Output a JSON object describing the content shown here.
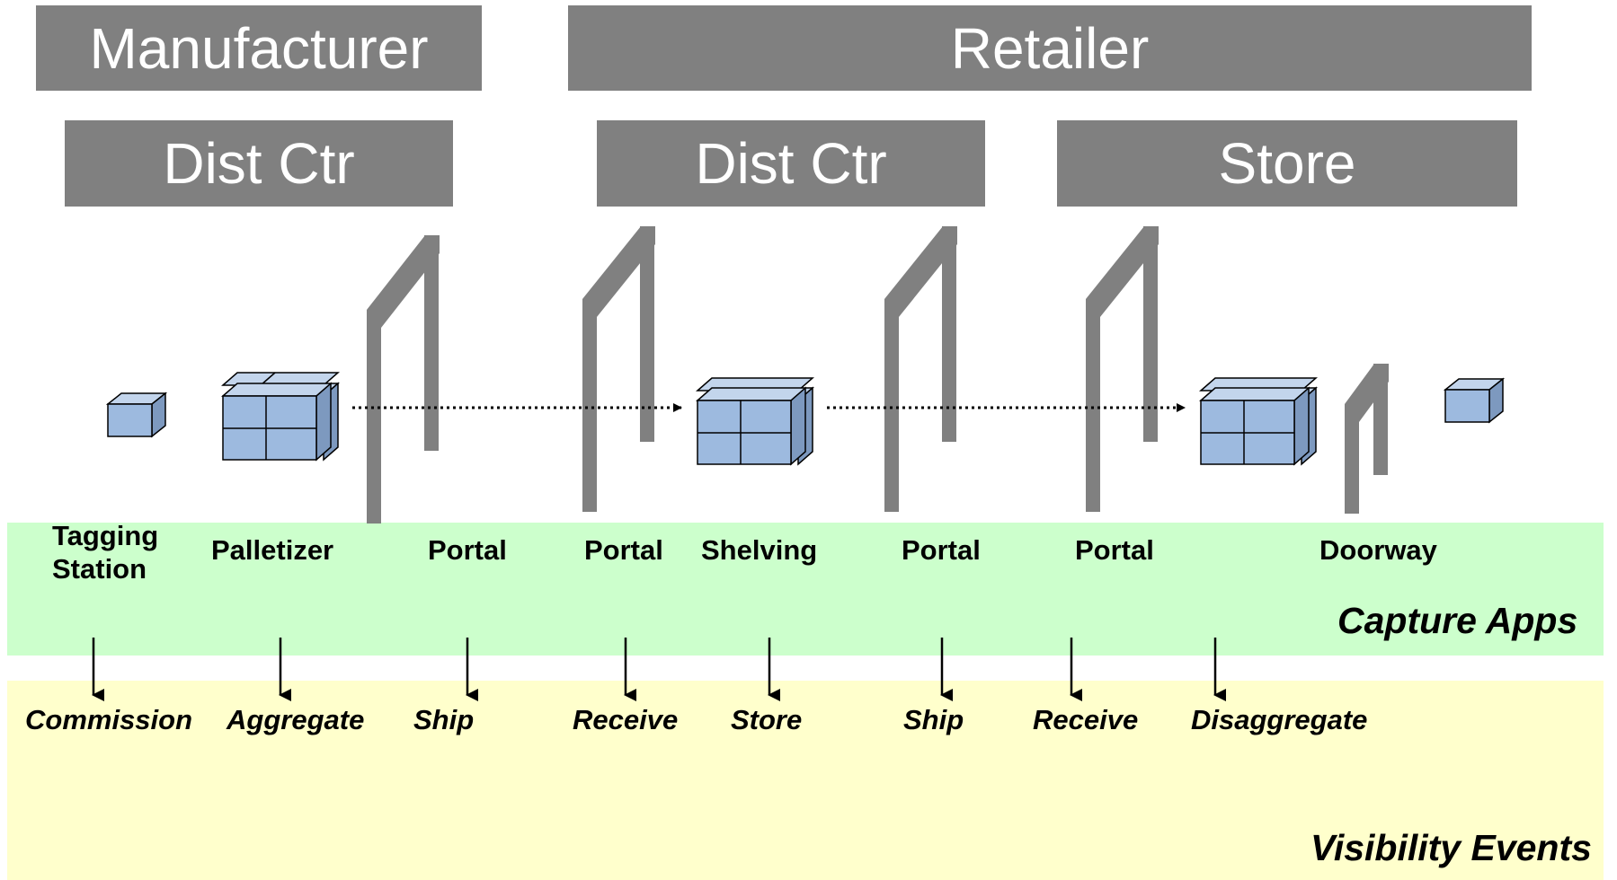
{
  "headers": {
    "manufacturer": "Manufacturer",
    "retailer": "Retailer",
    "manufacturer_dist_ctr": "Dist Ctr",
    "retailer_dist_ctr": "Dist Ctr",
    "store": "Store"
  },
  "capture_apps": {
    "title": "Capture Apps",
    "items": [
      "Tagging Station",
      "Palletizer",
      "Portal",
      "Portal",
      "Shelving",
      "Portal",
      "Portal",
      "Doorway"
    ]
  },
  "visibility_events": {
    "title": "Visibility Events",
    "items": [
      "Commission",
      "Aggregate",
      "Ship",
      "Receive",
      "Store",
      "Ship",
      "Receive",
      "Disaggregate"
    ]
  },
  "colors": {
    "header_bg": "#808080",
    "header_text": "#ffffff",
    "capture_band": "#ccffcc",
    "visibility_band": "#ffffcc",
    "box_fill": "#9dbadf",
    "portal": "#808080"
  }
}
